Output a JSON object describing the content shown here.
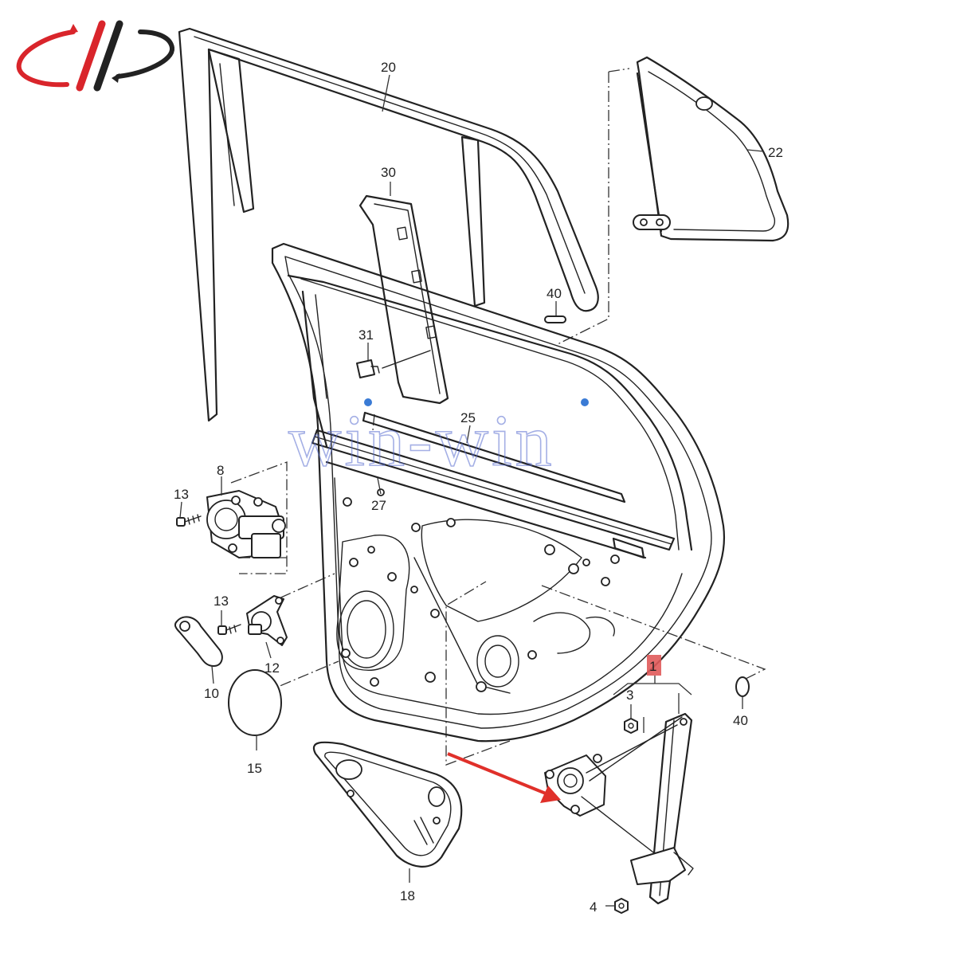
{
  "logo": {
    "name": "brand-logo-icon",
    "primary_color": "#d9252b",
    "secondary_color": "#222222"
  },
  "watermark": {
    "text": "win-win",
    "color": "#5a6fd0"
  },
  "arrow": {
    "color": "#e0302a"
  },
  "highlight": {
    "color": "#e05a5a"
  },
  "labels": {
    "p1": "1",
    "p3": "3",
    "p4": "4",
    "p8": "8",
    "p10": "10",
    "p12": "12",
    "p13a": "13",
    "p13b": "13",
    "p15": "15",
    "p18": "18",
    "p20": "20",
    "p22": "22",
    "p25": "25",
    "p27": "27",
    "p30": "30",
    "p31": "31",
    "p40a": "40",
    "p40b": "40"
  }
}
